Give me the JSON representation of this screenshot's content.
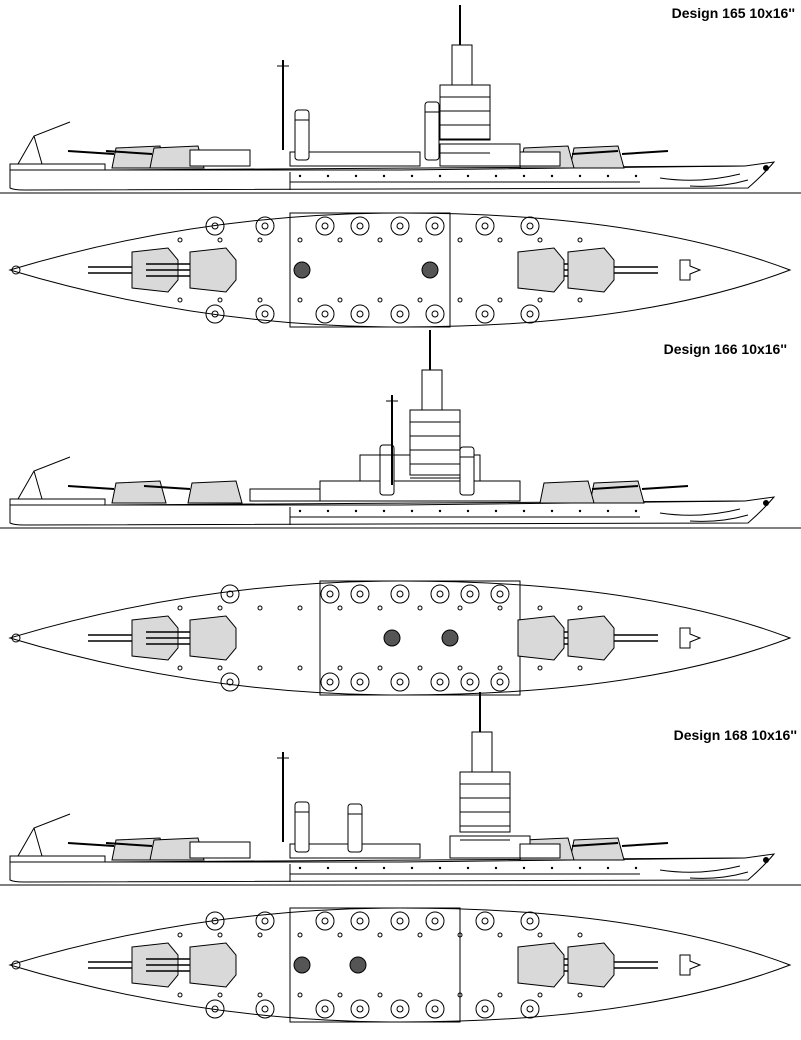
{
  "designs": [
    {
      "title": "Design 165 10x16''"
    },
    {
      "title": "Design 166 10x16''"
    },
    {
      "title": "Design 168 10x16''"
    }
  ],
  "colors": {
    "line": "#000000",
    "hull_fill": "#ffffff",
    "gun_fill": "#d9d9d9"
  }
}
